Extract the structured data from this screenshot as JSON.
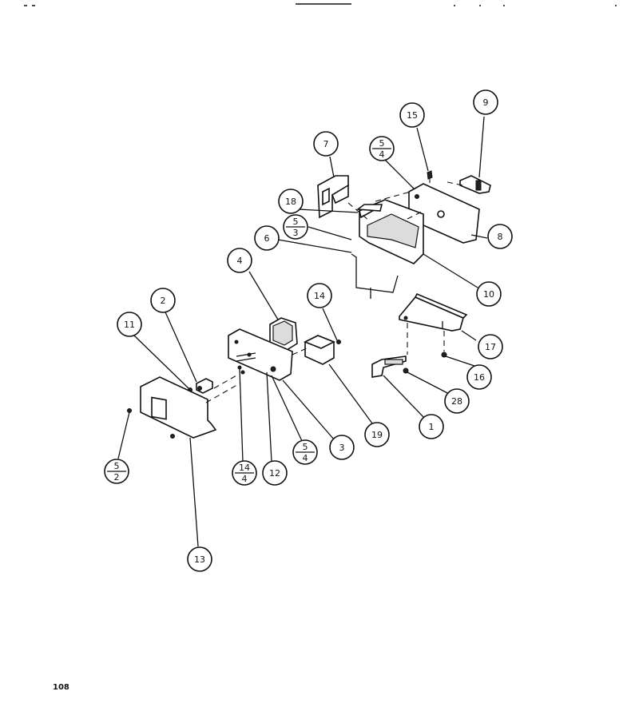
{
  "page": {
    "page_number": "108"
  },
  "callouts": [
    {
      "id": "c1",
      "label": "1"
    },
    {
      "id": "c2",
      "label": "2"
    },
    {
      "id": "c3",
      "label": "3"
    },
    {
      "id": "c4",
      "label": "4"
    },
    {
      "id": "c6",
      "label": "6"
    },
    {
      "id": "c7",
      "label": "7"
    },
    {
      "id": "c8",
      "label": "8"
    },
    {
      "id": "c9",
      "label": "9"
    },
    {
      "id": "c10",
      "label": "10"
    },
    {
      "id": "c11",
      "label": "11"
    },
    {
      "id": "c12",
      "label": "12"
    },
    {
      "id": "c13",
      "label": "13"
    },
    {
      "id": "c14",
      "label": "14"
    },
    {
      "id": "c15",
      "label": "15"
    },
    {
      "id": "c16",
      "label": "16"
    },
    {
      "id": "c17",
      "label": "17"
    },
    {
      "id": "c18",
      "label": "18"
    },
    {
      "id": "c19",
      "label": "19"
    },
    {
      "id": "c28",
      "label": "28"
    }
  ],
  "fraction_callouts": [
    {
      "id": "f54top",
      "top": "5",
      "bottom": "4"
    },
    {
      "id": "f53",
      "top": "5",
      "bottom": "3"
    },
    {
      "id": "f52",
      "top": "5",
      "bottom": "2"
    },
    {
      "id": "f144",
      "top": "14",
      "bottom": "4"
    },
    {
      "id": "f54low",
      "top": "5",
      "bottom": "4"
    }
  ]
}
